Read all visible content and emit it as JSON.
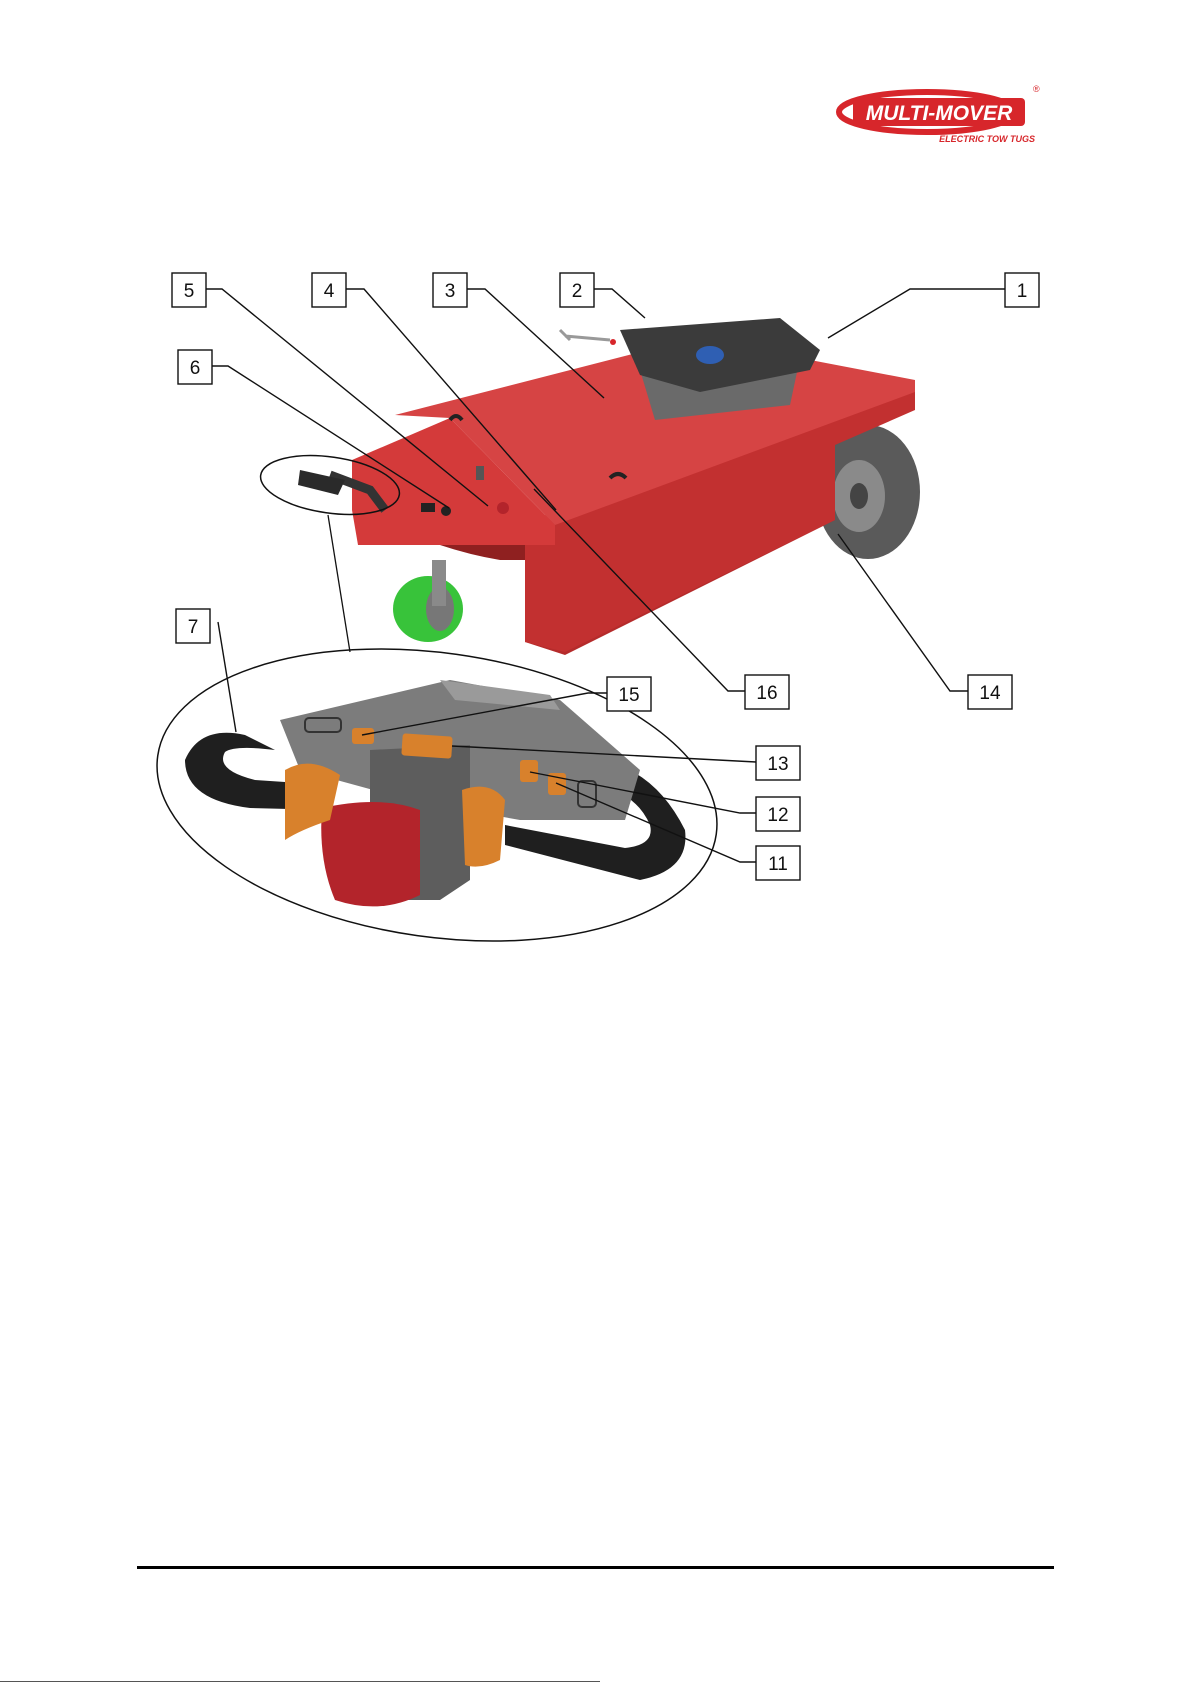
{
  "logo": {
    "brand": "MULTI-MOVER",
    "registered": "®",
    "tagline": "ELECTRIC TOW TUGS"
  },
  "colors": {
    "body_red": "#d03838",
    "body_red_dark": "#a92727",
    "tyre_dark": "#555555",
    "castor_green": "#38c33a",
    "handle_black": "#1f1f1f",
    "handle_grey": "#7c7c7c",
    "button_orange": "#d8812c",
    "button_red": "#b3242b",
    "logo_red": "#d7262b"
  },
  "callouts": [
    {
      "id": "c1",
      "label": "1"
    },
    {
      "id": "c2",
      "label": "2"
    },
    {
      "id": "c3",
      "label": "3"
    },
    {
      "id": "c4",
      "label": "4"
    },
    {
      "id": "c5",
      "label": "5"
    },
    {
      "id": "c6",
      "label": "6"
    },
    {
      "id": "c7",
      "label": "7"
    },
    {
      "id": "c11",
      "label": "11"
    },
    {
      "id": "c12",
      "label": "12"
    },
    {
      "id": "c13",
      "label": "13"
    },
    {
      "id": "c14",
      "label": "14"
    },
    {
      "id": "c15",
      "label": "15"
    },
    {
      "id": "c16",
      "label": "16"
    }
  ]
}
